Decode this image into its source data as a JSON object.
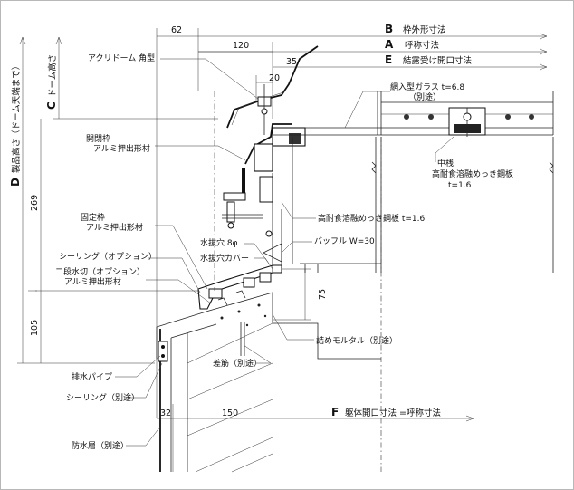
{
  "dimensions": {
    "b_label": "B",
    "b_text": "枠外形寸法",
    "a_label": "A",
    "a_text": "呼称寸法",
    "e_label": "E",
    "e_text": "結露受け開口寸法",
    "f_label": "F",
    "f_text": "躯体開口寸法 =呼称寸法",
    "d_label": "D",
    "d_text": "製品高さ（ドーム天端まで）",
    "c_label": "C",
    "c_text": "ドーム高さ",
    "dim_62": "62",
    "dim_120": "120",
    "dim_35": "35",
    "dim_20": "20",
    "dim_269": "269",
    "dim_105": "105",
    "dim_75": "75",
    "dim_32": "32",
    "dim_150": "150"
  },
  "labels": {
    "acrylic_dome": "アクリドーム 角型",
    "wire_glass": "網入型ガラス t=6.8",
    "wire_glass_sub": "（別途）",
    "opening_frame": "開閉枠",
    "opening_frame_sub": "アルミ押出形材",
    "mullion": "中桟",
    "mullion_sub": "高耐食溶融めっき鋼板",
    "mullion_t": "t=1.6",
    "steel_plate": "高耐食溶融めっき鋼板 t=1.6",
    "fixed_frame": "固定枠",
    "fixed_frame_sub": "アルミ押出形材",
    "drain_hole": "水抜穴 8φ",
    "drain_cover": "水抜穴カバー",
    "baffle": "バッフル W=30",
    "sealing_opt": "シーリング（オプション）",
    "two_stage": "二段水切（オプション）",
    "two_stage_sub": "アルミ押出形材",
    "mortar": "詰めモルタル（別途）",
    "rebar": "差筋（別途）",
    "drain_pipe": "排水パイプ",
    "sealing": "シーリング（別途）",
    "waterproof": "防水層（別途）"
  }
}
